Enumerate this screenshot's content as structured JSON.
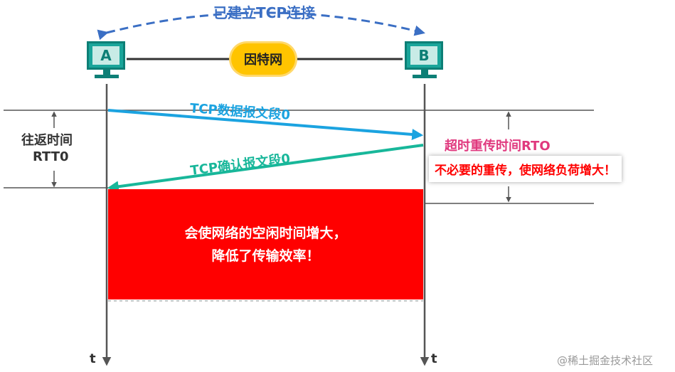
{
  "top_label": "已建立TCP连接",
  "host_a": "A",
  "host_b": "B",
  "network": "因特网",
  "data_segment": "TCP数据报文段0",
  "ack_segment": "TCP确认报文段0",
  "rtt_line1": "往返时间",
  "rtt_line2": "RTT0",
  "rto_label": "超时重传时间RTO",
  "warn_text": "不必要的重传，使网络负荷增大！",
  "idle_line1": "会使网络的空闲时间增大，",
  "idle_line2": "降低了传输效率！",
  "time_a": "t",
  "time_b": "t",
  "watermark": "@稀土掘金技术社区",
  "colors": {
    "host": "#1aa59a",
    "data_arrow": "#1ba3e0",
    "ack_arrow": "#18b79a",
    "dashed_arc": "#3b6fc4",
    "idle_box": "#ff0000",
    "rto_label": "#e0397e"
  }
}
